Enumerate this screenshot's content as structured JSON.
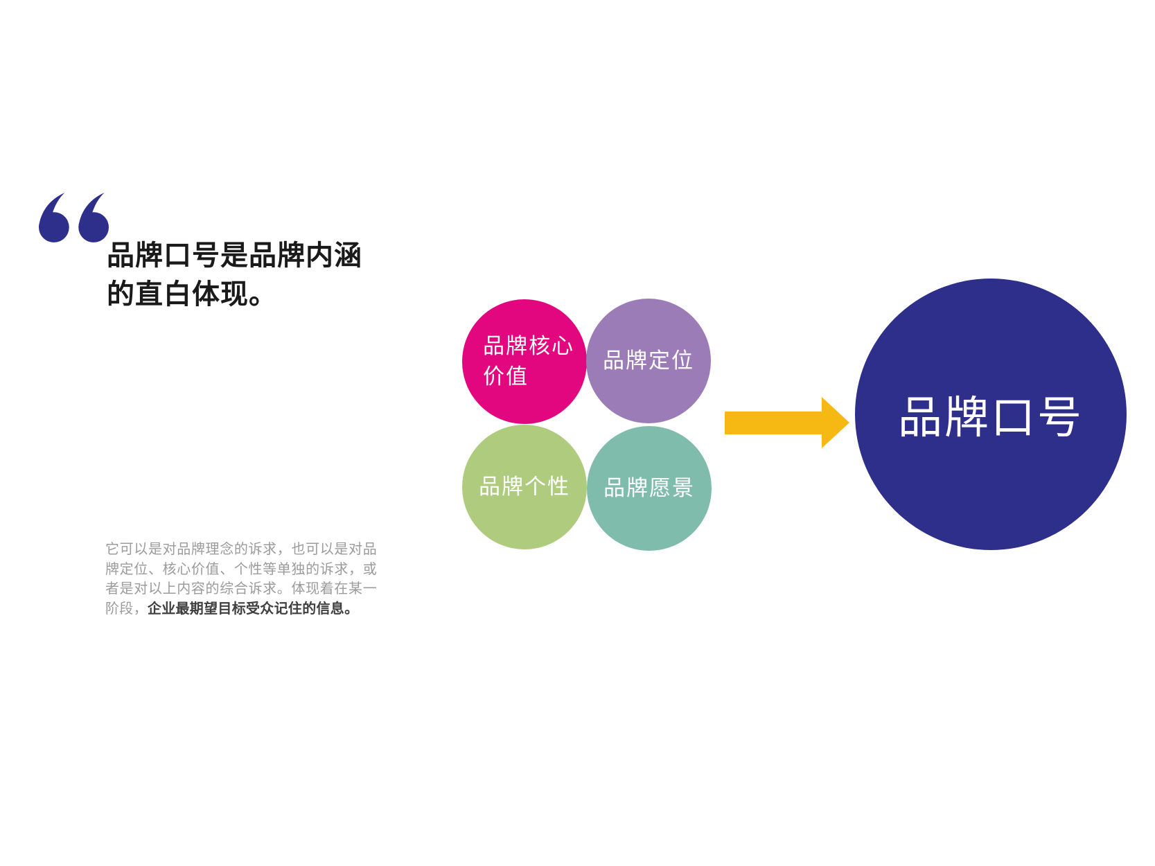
{
  "slide": {
    "heading": {
      "line1": "品牌口号是品牌内涵",
      "line2": "的直白体现。"
    },
    "paragraph": {
      "normal": "它可以是对品牌理念的诉求，也可以是对品牌定位、核心价值、个性等单独的诉求，或者是对以上内容的综合诉求。体现着在某一阶段，",
      "emphasis": "企业最期望目标受众记住的信息。"
    }
  },
  "diagram": {
    "sources": [
      {
        "id": "core-value",
        "line1": "品牌核心",
        "line2": "价值",
        "color": "#e2077e"
      },
      {
        "id": "positioning",
        "label": "品牌定位",
        "color": "#9c7cb7"
      },
      {
        "id": "personality",
        "label": "品牌个性",
        "color": "#afcb7e"
      },
      {
        "id": "vision",
        "label": "品牌愿景",
        "color": "#7fbcab"
      }
    ],
    "arrow": {
      "color": "#f6b913"
    },
    "result": {
      "label": "品牌口号",
      "color": "#2d2f8b"
    }
  },
  "colors": {
    "quote_mark": "#2d2f8b",
    "heading_text": "#1a1a1a",
    "paragraph_text": "#9b9b9b",
    "paragraph_emphasis_text": "#3f3f3f",
    "circle_label_text": "#ffffff",
    "background": "#ffffff"
  }
}
